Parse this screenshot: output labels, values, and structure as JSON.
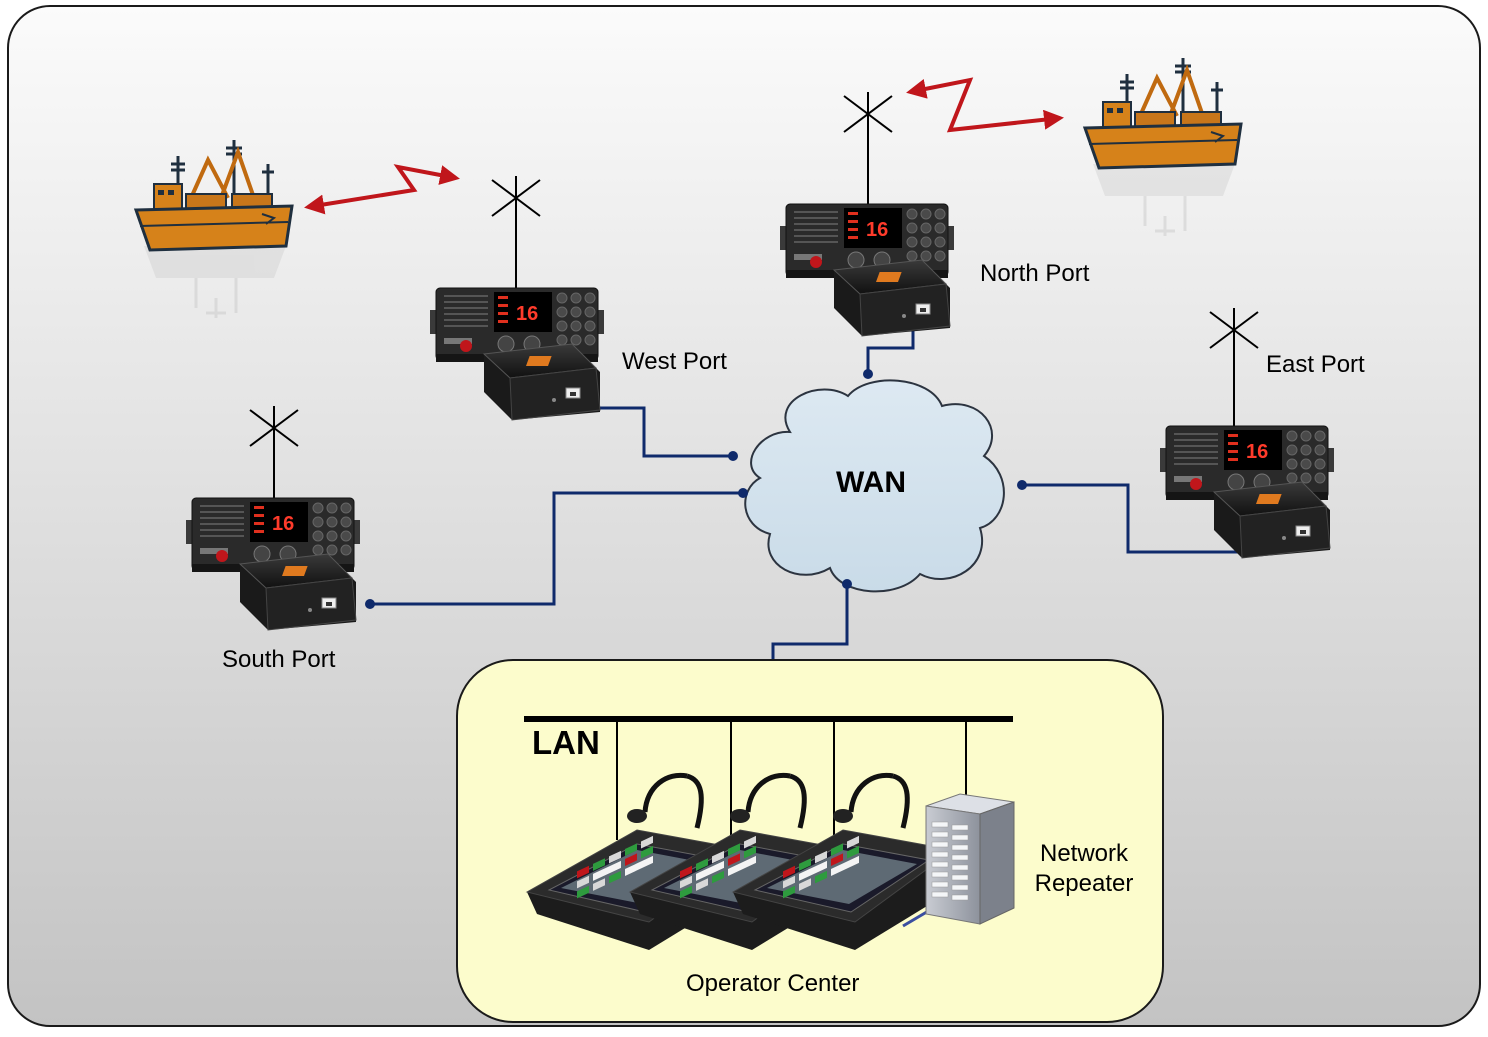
{
  "wan": {
    "label": "WAN"
  },
  "lan": {
    "label": "LAN"
  },
  "ports": [
    {
      "name": "West Port",
      "key": "west"
    },
    {
      "name": "North Port",
      "key": "north"
    },
    {
      "name": "East Port",
      "key": "east"
    },
    {
      "name": "South Port",
      "key": "south"
    }
  ],
  "radio": {
    "channel": "16"
  },
  "operator_center": {
    "label": "Operator Center"
  },
  "network_repeater": {
    "line1": "Network",
    "line2": "Repeater"
  },
  "colors": {
    "background_top": "#fbfbfb",
    "background_bottom": "#c3c3c3",
    "cloud_fill": "#d4e4ef",
    "link_line": "#0f2a6b",
    "radio_link": "#c0161b",
    "operator_area": "#fcfccc",
    "ship_hull": "#d6821a"
  }
}
